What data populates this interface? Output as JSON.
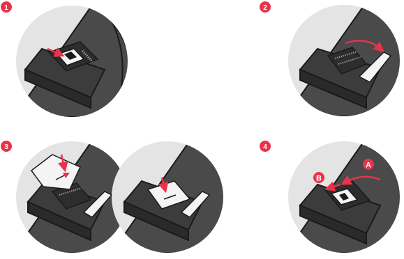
{
  "steps": [
    {
      "number": "1"
    },
    {
      "number": "2"
    },
    {
      "number": "3"
    },
    {
      "number": "4"
    }
  ],
  "callouts": {
    "a": "A",
    "b": "B"
  },
  "colors": {
    "accent": "#e8334a",
    "circle_bg": "#e4e4e4",
    "device_dark": "#4a4a4a",
    "device_mid": "#5c5c5c",
    "outline": "#1a1a1a",
    "card_white": "#f4f4f4"
  }
}
